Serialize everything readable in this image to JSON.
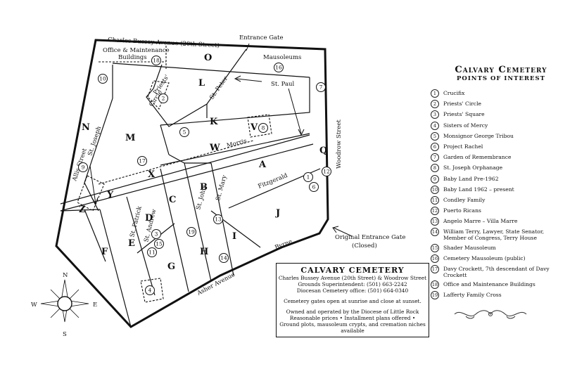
{
  "map": {
    "streets": {
      "north": "Charles Bussey Avenue (20th Street)",
      "west": "Allis Street",
      "east": "Woodrow Street",
      "south": "Asher Avenue",
      "entrance_gate": "Entrance Gate",
      "original_gate_line1": "Original Entrance Gate",
      "original_gate_line2": "(Closed)",
      "st_peter": "St. Peter",
      "st_paul": "St. Paul",
      "st_joseph": "St. Joseph",
      "morris": "Morris",
      "fitzgerald": "Fitzgerald",
      "st_john": "St. John",
      "st_mary": "St. Mary",
      "st_andrew": "St. Andrew",
      "st_patrick": "St. Patrick",
      "byrne": "Byrne",
      "priests_circle_line1": "Priests'",
      "priests_circle_line2": "Circle"
    },
    "places": {
      "office_line1": "Office & Maintenance",
      "office_line2": "Buildings",
      "mausoleums": "Mausoleums"
    },
    "sections": {
      "O": "O",
      "L": "L",
      "K": "K",
      "V": "V",
      "M": "M",
      "N": "N",
      "W": "W",
      "A": "A",
      "Q": "Q",
      "X": "X",
      "Y": "Y",
      "Z": "Z",
      "B": "B",
      "C": "C",
      "D": "D",
      "E": "E",
      "F": "F",
      "G": "G",
      "H": "H",
      "I": "I",
      "J": "J"
    },
    "poi_markers": {
      "m18": "18",
      "m16": "16",
      "m10": "10",
      "m2": "2",
      "m7": "7",
      "m5": "5",
      "m8": "8",
      "m17": "17",
      "m9": "9",
      "m1": "1",
      "m12": "12",
      "m6": "6",
      "m13": "13",
      "m19": "19",
      "m3": "3",
      "m15": "15",
      "m11": "11",
      "m14": "14",
      "m4": "4"
    },
    "compass": {
      "n": "N",
      "s": "S",
      "e": "E",
      "w": "W"
    }
  },
  "legend": {
    "title": "Calvary Cemetery",
    "subtitle": "POINTS OF INTEREST",
    "items": [
      {
        "num": "1",
        "label": "Crucifix"
      },
      {
        "num": "2",
        "label": "Priests' Circle"
      },
      {
        "num": "3",
        "label": "Priests' Square"
      },
      {
        "num": "4",
        "label": "Sisters of Mercy"
      },
      {
        "num": "5",
        "label": "Monsignor George Tribou"
      },
      {
        "num": "6",
        "label": "Project Rachel"
      },
      {
        "num": "7",
        "label": "Garden of Remembrance"
      },
      {
        "num": "8",
        "label": "St. Joseph Orphanage"
      },
      {
        "num": "9",
        "label": "Baby Land Pre-1962"
      },
      {
        "num": "10",
        "label": "Baby Land 1962 – present"
      },
      {
        "num": "11",
        "label": "Condley Family"
      },
      {
        "num": "12",
        "label": "Puerto Ricans"
      },
      {
        "num": "13",
        "label": "Angelo Marre – Villa Marre"
      },
      {
        "num": "14",
        "label": "William Terry, Lawyer, State Senator, Member of Congress, Terry House"
      },
      {
        "num": "15",
        "label": "Shader Mausoleum"
      },
      {
        "num": "16",
        "label": "Cemetery Mausoleum (public)"
      },
      {
        "num": "17",
        "label": "Davy Crockett, 7th descendant of Davy Crockett"
      },
      {
        "num": "18",
        "label": "Office and Maintenance Buildings"
      },
      {
        "num": "19",
        "label": "Lafferty Family Cross"
      }
    ]
  },
  "info": {
    "title": "CALVARY CEMETERY",
    "address": "Charles Bussey Avenue (20th Street) & Woodrow Street",
    "grounds": "Grounds Superintendent: (501) 663-2242",
    "diocesan": "Diocesan Cemetery office: (501) 664-0340",
    "hours": "Cemetery gates open at sunrise and close at sunset.",
    "owned": "Owned and operated by the Diocese of Little Rock",
    "prices": "Reasonable prices • Installment plans offered •",
    "plots": "Ground plots, mausoleum crypts, and cremation niches available"
  }
}
